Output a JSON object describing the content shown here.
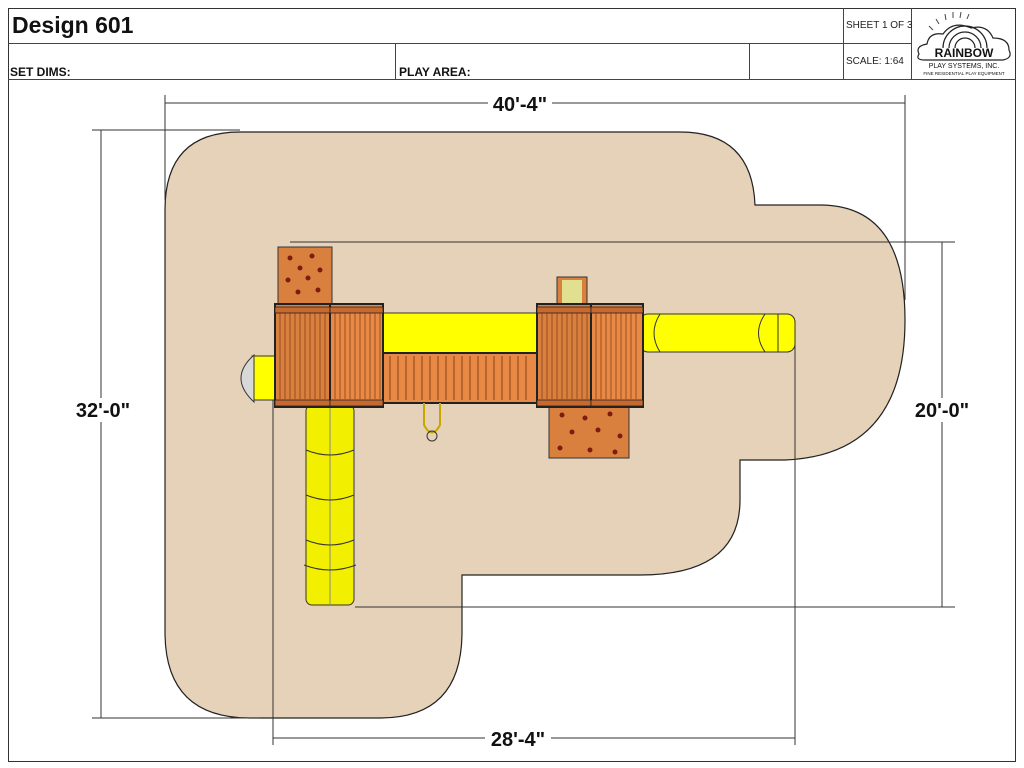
{
  "header": {
    "title": "Design 601",
    "sheet": "SHEET 1 OF 3",
    "scale": "SCALE: 1:64",
    "set_dims_label": "SET DIMS:",
    "play_area_label": "PLAY AREA:"
  },
  "logo": {
    "brand": "RAINBOW",
    "company": "PLAY SYSTEMS, INC.",
    "tagline": "FINE RESIDENTIAL PLAY EQUIPMENT"
  },
  "dimensions": {
    "top_width": "40'-4\"",
    "left_height": "32'-0\"",
    "right_height": "20'-0\"",
    "bottom_width": "28'-4\""
  },
  "colors": {
    "play_area": "#e5d2b9",
    "wood": "#d9803f",
    "plastic": "#ffff00"
  }
}
